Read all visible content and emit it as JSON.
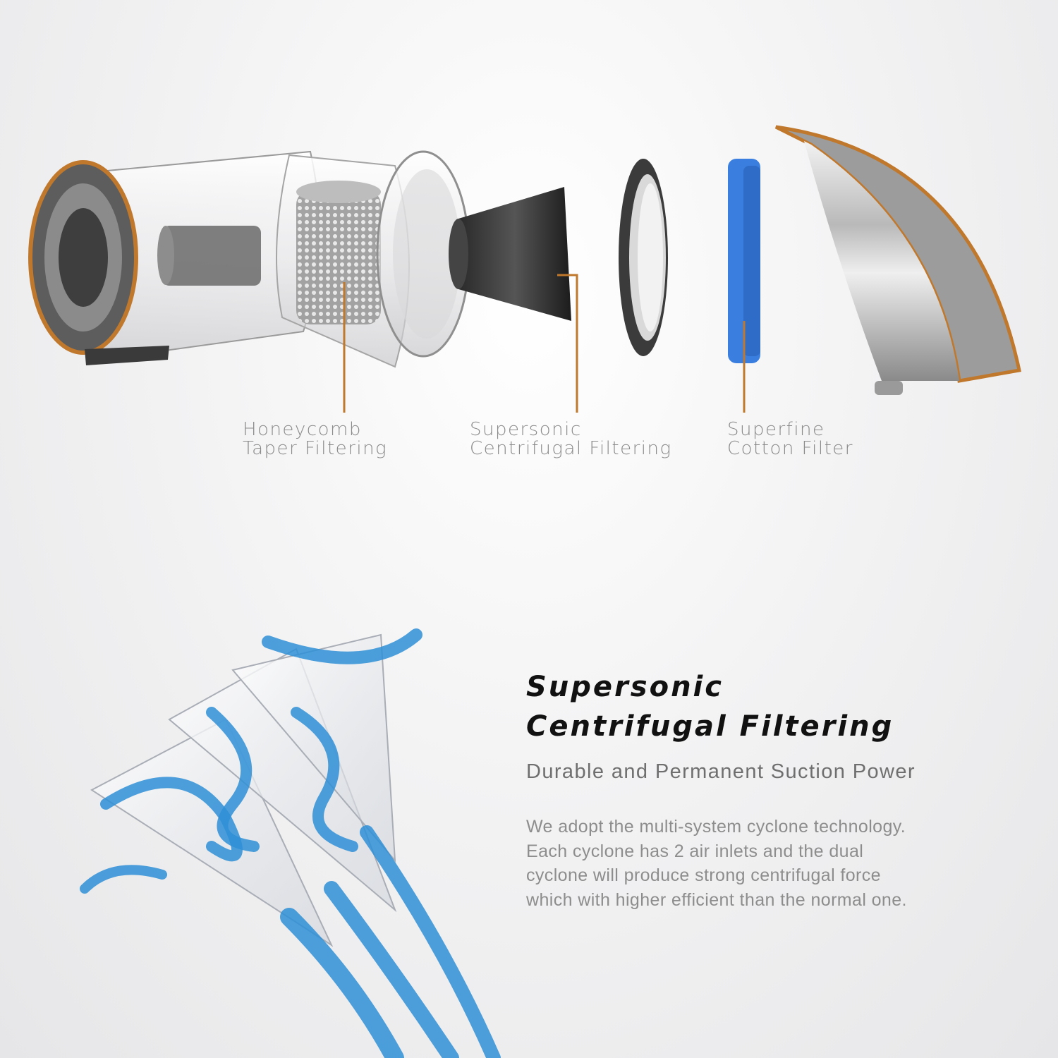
{
  "diagram": {
    "labels": [
      {
        "line1": "Honeycomb",
        "line2": "Taper Filtering"
      },
      {
        "line1": "Supersonic",
        "line2": "Centrifugal Filtering"
      },
      {
        "line1": "Superfine",
        "line2": "Cotton Filter"
      }
    ],
    "colors": {
      "accent": "#c0782c",
      "foam": "#3a7fe0",
      "airflow": "#2e8fd6"
    }
  },
  "feature": {
    "title_line1": "Supersonic",
    "title_line2": "Centrifugal Filtering",
    "subtitle": "Durable and Permanent Suction Power",
    "description_lines": [
      "We adopt the multi-system cyclone technology.",
      "Each cyclone has 2 air inlets and the dual",
      "cyclone will produce strong centrifugal force",
      "which with higher efficient than the normal one."
    ]
  }
}
